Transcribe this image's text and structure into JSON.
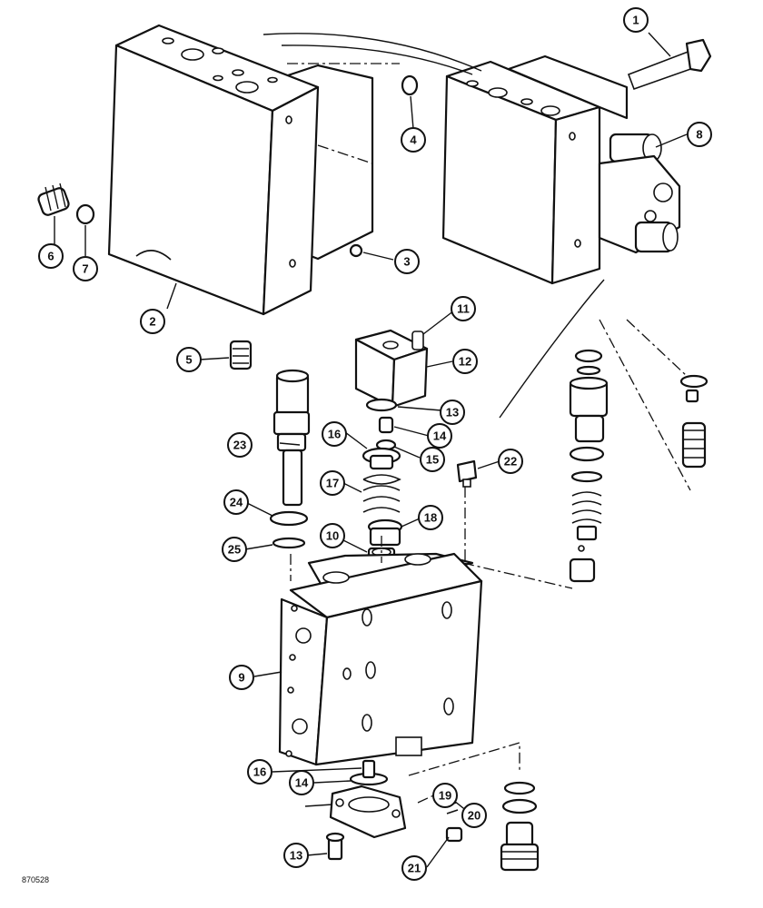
{
  "figure_code": "870528",
  "callouts": [
    {
      "label": "1"
    },
    {
      "label": "2"
    },
    {
      "label": "3"
    },
    {
      "label": "4"
    },
    {
      "label": "5"
    },
    {
      "label": "6"
    },
    {
      "label": "7"
    },
    {
      "label": "8"
    },
    {
      "label": "9"
    },
    {
      "label": "10"
    },
    {
      "label": "11"
    },
    {
      "label": "12"
    },
    {
      "label": "13"
    },
    {
      "label": "14"
    },
    {
      "label": "15"
    },
    {
      "label": "16"
    },
    {
      "label": "17"
    },
    {
      "label": "18"
    },
    {
      "label": "19"
    },
    {
      "label": "20"
    },
    {
      "label": "21"
    },
    {
      "label": "22"
    },
    {
      "label": "23"
    },
    {
      "label": "24"
    },
    {
      "label": "25"
    },
    {
      "label": "16"
    },
    {
      "label": "14"
    },
    {
      "label": "13"
    }
  ]
}
